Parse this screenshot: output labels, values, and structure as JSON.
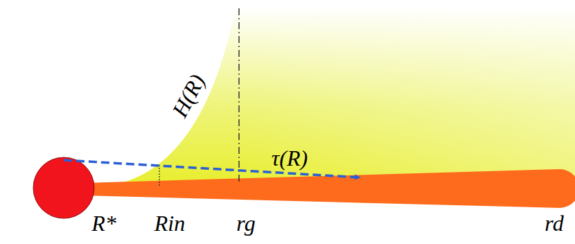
{
  "diagram": {
    "labels": [
      "H(R)",
      "τ(R)",
      "R*",
      "Rin",
      "rg",
      "rd"
    ]
  }
}
